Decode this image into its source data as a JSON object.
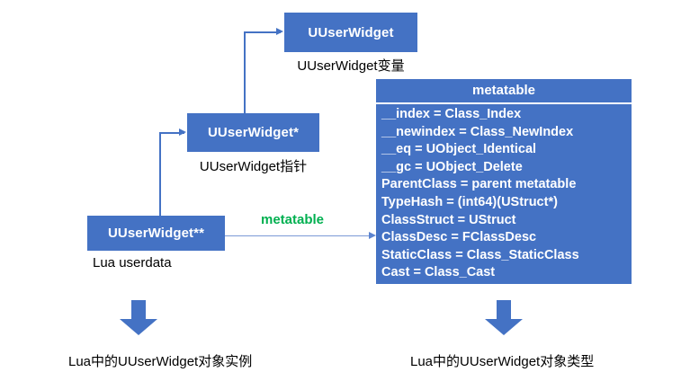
{
  "diagram": {
    "nodes": {
      "uuserwidget": {
        "label": "UUserWidget",
        "caption": "UUserWidget变量"
      },
      "uuserwidget_ptr": {
        "label": "UUserWidget*",
        "caption": "UUserWidget指针"
      },
      "uuserwidget_ptr2": {
        "label": "UUserWidget**",
        "caption": "Lua userdata"
      }
    },
    "metatable": {
      "title": "metatable",
      "rows": [
        "__index = Class_Index",
        "__newindex = Class_NewIndex",
        "__eq = UObject_Identical",
        "__gc = UObject_Delete",
        "ParentClass = parent metatable",
        "TypeHash = (int64)(UStruct*)",
        "ClassStruct  = UStruct",
        "ClassDesc = FClassDesc",
        "StaticClass = Class_StaticClass",
        "Cast = Class_Cast"
      ]
    },
    "edges": {
      "metatable_label": "metatable"
    },
    "bottom_captions": {
      "left": "Lua中的UUserWidget对象实例",
      "right": "Lua中的UUserWidget对象类型"
    },
    "colors": {
      "node_fill": "#4472C4",
      "node_text": "#FFFFFF",
      "edge_label": "#00B050",
      "connector": "#4472C4",
      "background": "#FFFFFF"
    }
  }
}
